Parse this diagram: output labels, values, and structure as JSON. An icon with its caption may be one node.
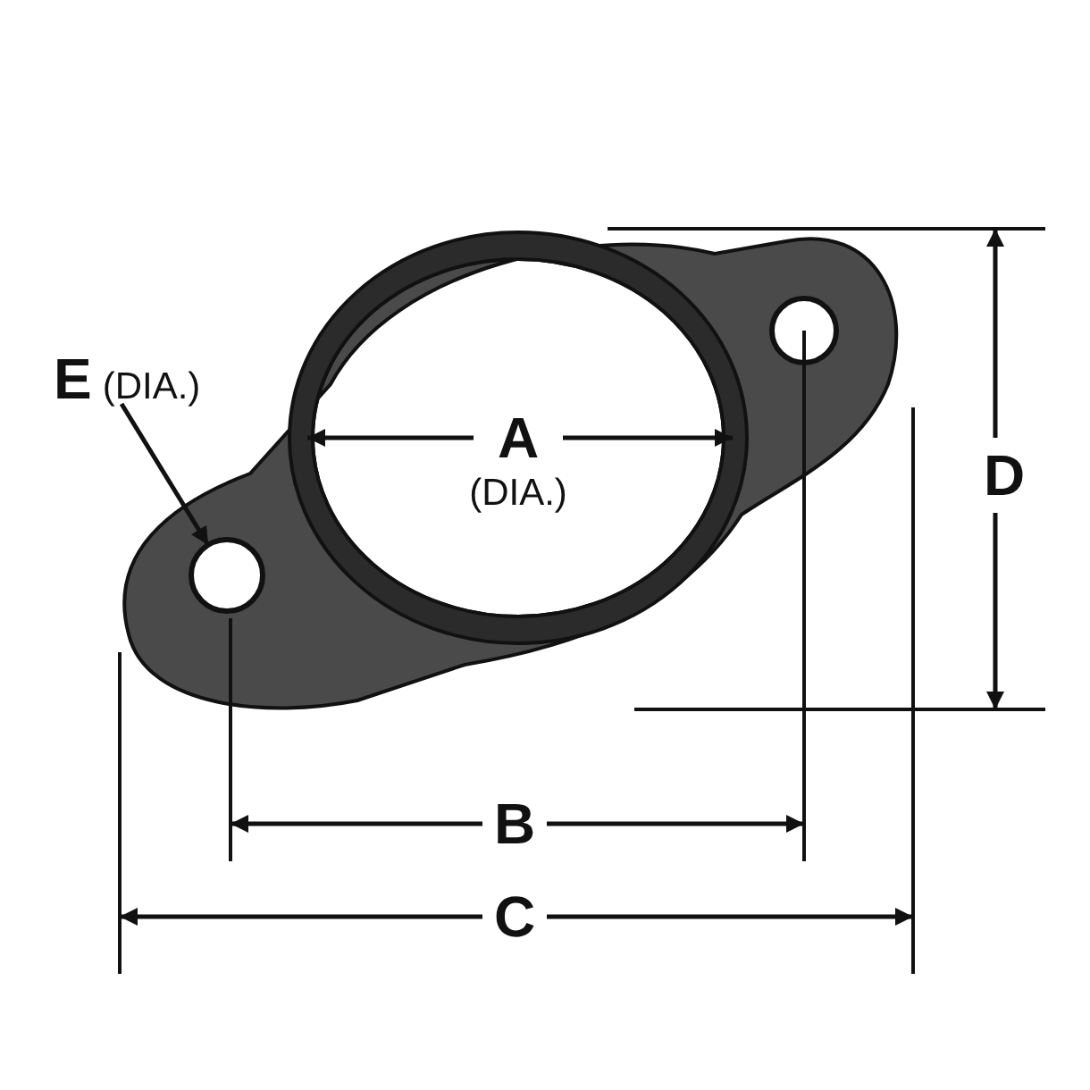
{
  "diagram": {
    "nodes": [
      {
        "text": [
          "E",
          "(DIA.)"
        ]
      },
      {
        "text": [],
        "shape": "circle"
      }
    ],
    "edges": [
      {
        "from": 0,
        "to": 1,
        "arrow": "to"
      }
    ],
    "labels": [
      "A",
      "(DIA.)",
      "D",
      "B",
      "C"
    ]
  }
}
